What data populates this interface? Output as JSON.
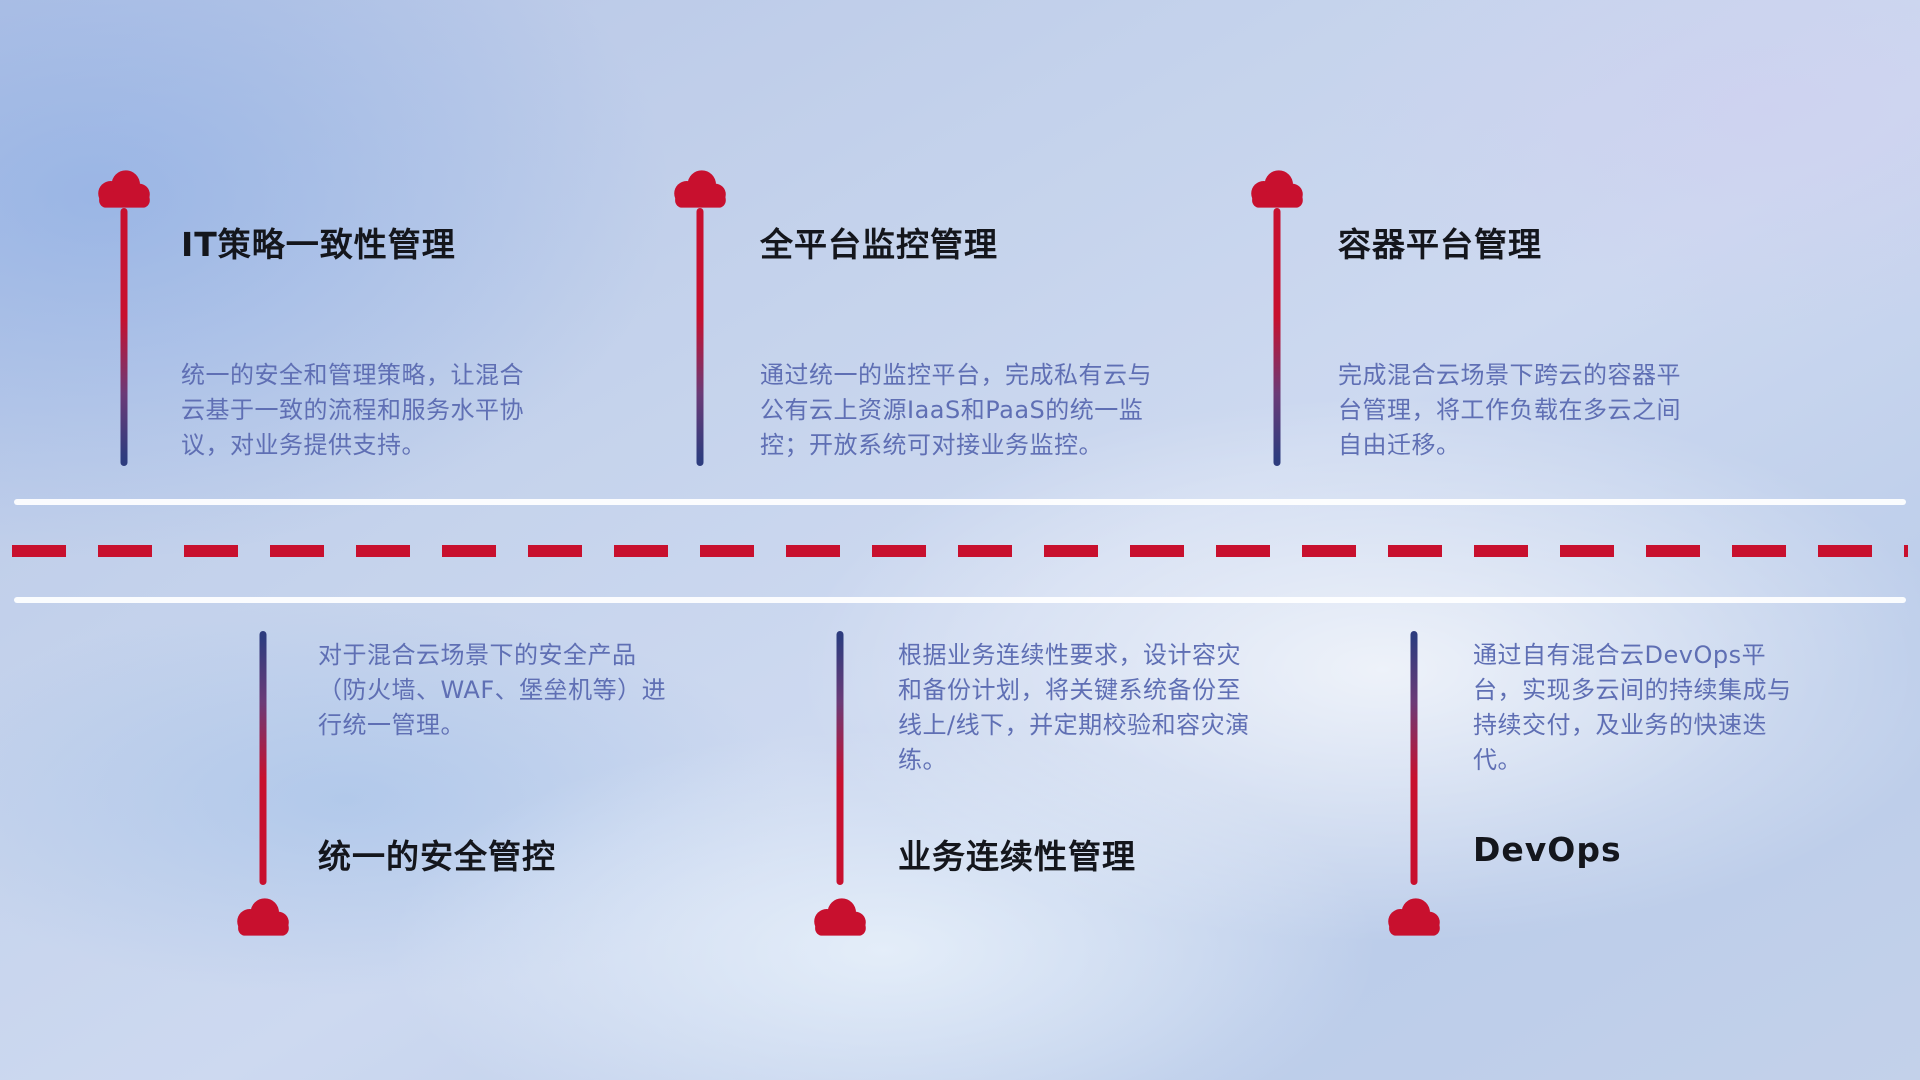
{
  "diagram": {
    "theme": "hybrid-cloud-capabilities-timeline",
    "colors": {
      "accent_red": "#c8102e",
      "line_navy": "#2e3c7e",
      "title_text": "#14161c",
      "desc_text": "#5f6fb4",
      "road_white": "#ffffff"
    }
  },
  "top_items": [
    {
      "title": "IT策略一致性管理",
      "desc": "统一的安全和管理策略，让混合云基于一致的流程和服务水平协议，对业务提供支持。"
    },
    {
      "title": "全平台监控管理",
      "desc": "通过统一的监控平台，完成私有云与公有云上资源IaaS和PaaS的统一监控；开放系统可对接业务监控。"
    },
    {
      "title": "容器平台管理",
      "desc": "完成混合云场景下跨云的容器平台管理，将工作负载在多云之间自由迁移。"
    }
  ],
  "bottom_items": [
    {
      "title": "统一的安全管控",
      "desc": "对于混合云场景下的安全产品（防火墙、WAF、堡垒机等）进行统一管理。"
    },
    {
      "title": "业务连续性管理",
      "desc": "根据业务连续性要求，设计容灾和备份计划，将关键系统备份至线上/线下，并定期校验和容灾演练。"
    },
    {
      "title": "DevOps",
      "desc": "通过自有混合云DevOps平台，实现多云间的持续集成与持续交付，及业务的快速迭代。"
    }
  ]
}
